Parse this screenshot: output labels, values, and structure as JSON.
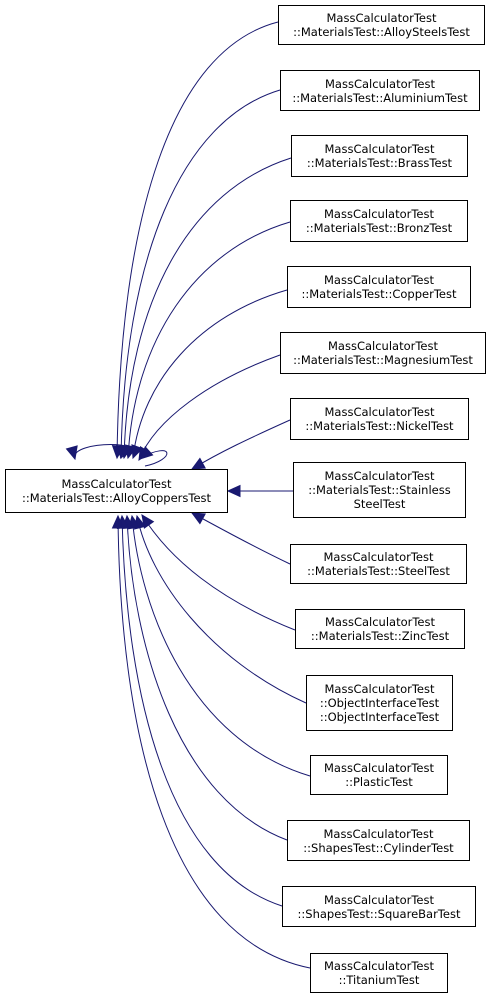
{
  "diagram": {
    "edge_color": "#191970",
    "root": {
      "id": "alloy-coppers",
      "lines": [
        "MassCalculatorTest",
        "::MaterialsTest::AlloyCoppersTest"
      ]
    },
    "children": [
      {
        "id": "alloy-steels",
        "lines": [
          "MassCalculatorTest",
          "::MaterialsTest::AlloySteelsTest"
        ]
      },
      {
        "id": "aluminium",
        "lines": [
          "MassCalculatorTest",
          "::MaterialsTest::AluminiumTest"
        ]
      },
      {
        "id": "brass",
        "lines": [
          "MassCalculatorTest",
          "::MaterialsTest::BrassTest"
        ]
      },
      {
        "id": "bronz",
        "lines": [
          "MassCalculatorTest",
          "::MaterialsTest::BronzTest"
        ]
      },
      {
        "id": "copper",
        "lines": [
          "MassCalculatorTest",
          "::MaterialsTest::CopperTest"
        ]
      },
      {
        "id": "magnesium",
        "lines": [
          "MassCalculatorTest",
          "::MaterialsTest::MagnesiumTest"
        ]
      },
      {
        "id": "nickel",
        "lines": [
          "MassCalculatorTest",
          "::MaterialsTest::NickelTest"
        ]
      },
      {
        "id": "stainless-steel",
        "lines": [
          "MassCalculatorTest",
          "::MaterialsTest::Stainless",
          "SteelTest"
        ]
      },
      {
        "id": "steel",
        "lines": [
          "MassCalculatorTest",
          "::MaterialsTest::SteelTest"
        ]
      },
      {
        "id": "zinc",
        "lines": [
          "MassCalculatorTest",
          "::MaterialsTest::ZincTest"
        ]
      },
      {
        "id": "object-interface",
        "lines": [
          "MassCalculatorTest",
          "::ObjectInterfaceTest",
          "::ObjectInterfaceTest"
        ]
      },
      {
        "id": "plastic",
        "lines": [
          "MassCalculatorTest",
          "::PlasticTest"
        ]
      },
      {
        "id": "cylinder",
        "lines": [
          "MassCalculatorTest",
          "::ShapesTest::CylinderTest"
        ]
      },
      {
        "id": "square-bar",
        "lines": [
          "MassCalculatorTest",
          "::ShapesTest::SquareBarTest"
        ]
      },
      {
        "id": "titanium",
        "lines": [
          "MassCalculatorTest",
          "::TitaniumTest"
        ]
      }
    ]
  }
}
